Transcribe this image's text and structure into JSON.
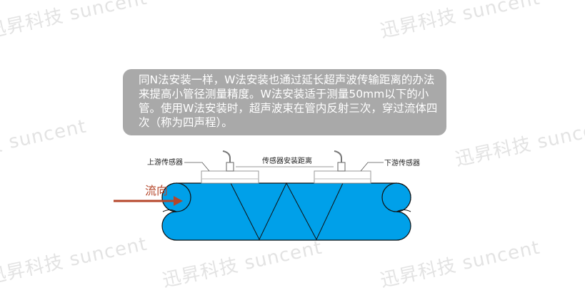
{
  "watermark": "迅昇科技 suncent",
  "description": "同N法安装一样，W法安装也通过延长超声波传输距离的办法来提高小管径测量精度。W法安装适于测量50mm以下的小管。使用W法安装时，超声波束在管内反射三次，穿过流体四次（称为四声程）。",
  "diagram": {
    "upstream_label": "上游传感器",
    "downstream_label": "下游传感器",
    "distance_label": "传感器安装距离",
    "flow_label": "流向",
    "colors": {
      "pipe": "#00a0e9",
      "arrow": "#b5462a",
      "box": "#a9a9a9"
    }
  }
}
